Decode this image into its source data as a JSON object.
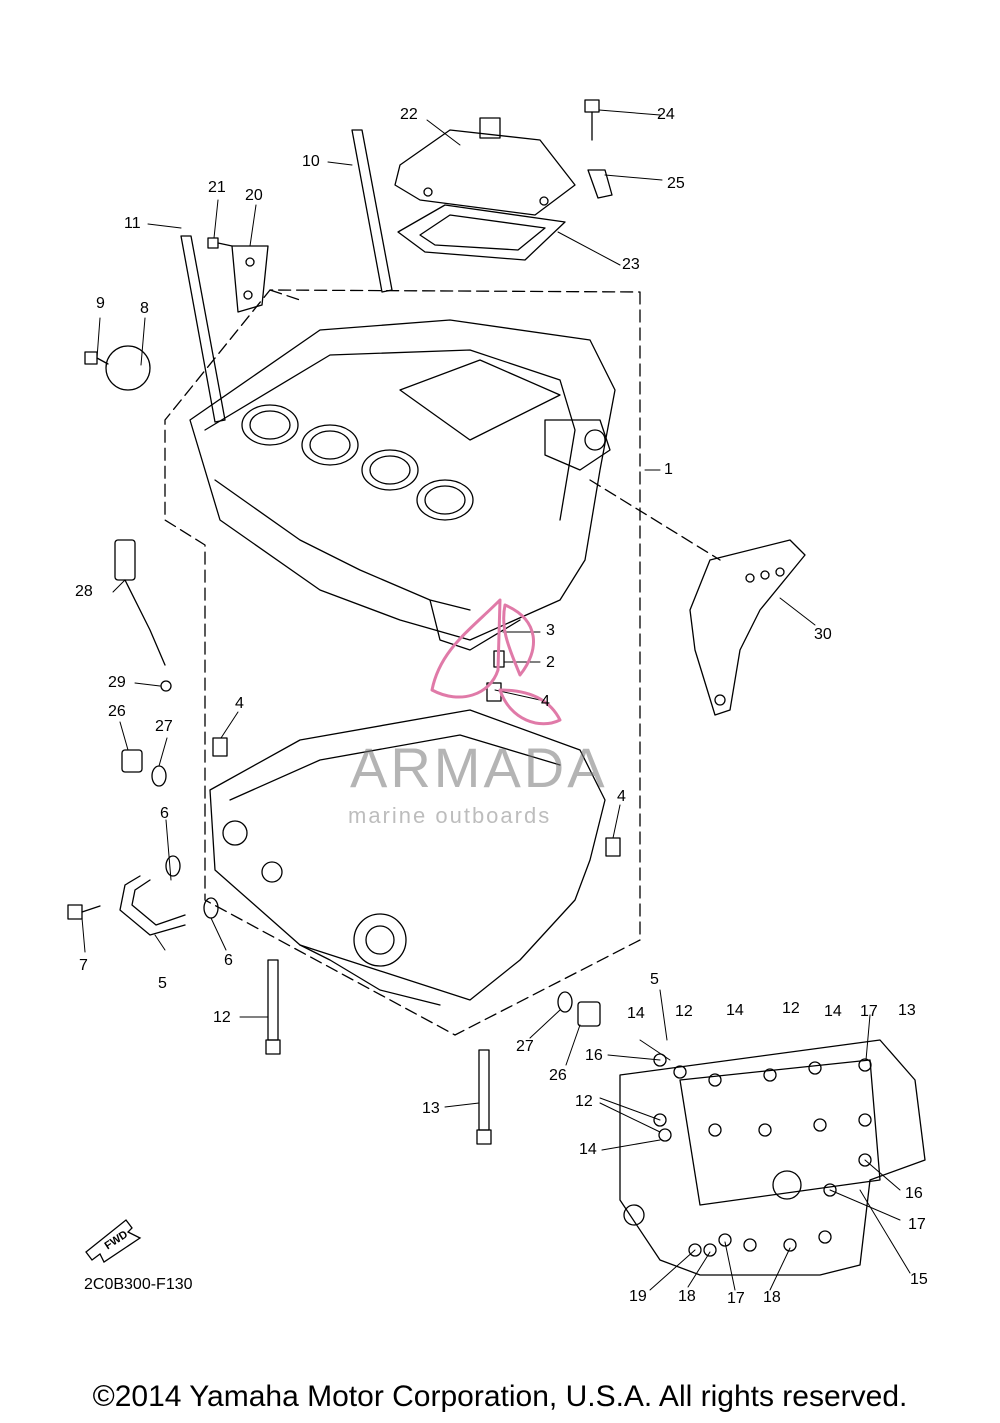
{
  "callouts": [
    {
      "id": "c1",
      "text": "1"
    },
    {
      "id": "c2",
      "text": "2"
    },
    {
      "id": "c3",
      "text": "3"
    },
    {
      "id": "c4a",
      "text": "4"
    },
    {
      "id": "c4b",
      "text": "4"
    },
    {
      "id": "c4c",
      "text": "4"
    },
    {
      "id": "c5a",
      "text": "5"
    },
    {
      "id": "c5b",
      "text": "5"
    },
    {
      "id": "c6a",
      "text": "6"
    },
    {
      "id": "c6b",
      "text": "6"
    },
    {
      "id": "c7",
      "text": "7"
    },
    {
      "id": "c8",
      "text": "8"
    },
    {
      "id": "c9",
      "text": "9"
    },
    {
      "id": "c10",
      "text": "10"
    },
    {
      "id": "c11",
      "text": "11"
    },
    {
      "id": "c12a",
      "text": "12"
    },
    {
      "id": "c12b",
      "text": "12"
    },
    {
      "id": "c12c",
      "text": "12"
    },
    {
      "id": "c12d",
      "text": "12"
    },
    {
      "id": "c13a",
      "text": "13"
    },
    {
      "id": "c13b",
      "text": "13"
    },
    {
      "id": "c14a",
      "text": "14"
    },
    {
      "id": "c14b",
      "text": "14"
    },
    {
      "id": "c14c",
      "text": "14"
    },
    {
      "id": "c14d",
      "text": "14"
    },
    {
      "id": "c15",
      "text": "15"
    },
    {
      "id": "c16a",
      "text": "16"
    },
    {
      "id": "c16b",
      "text": "16"
    },
    {
      "id": "c17a",
      "text": "17"
    },
    {
      "id": "c17b",
      "text": "17"
    },
    {
      "id": "c17c",
      "text": "17"
    },
    {
      "id": "c18a",
      "text": "18"
    },
    {
      "id": "c18b",
      "text": "18"
    },
    {
      "id": "c19",
      "text": "19"
    },
    {
      "id": "c20",
      "text": "20"
    },
    {
      "id": "c21",
      "text": "21"
    },
    {
      "id": "c22",
      "text": "22"
    },
    {
      "id": "c23",
      "text": "23"
    },
    {
      "id": "c24",
      "text": "24"
    },
    {
      "id": "c25",
      "text": "25"
    },
    {
      "id": "c26a",
      "text": "26"
    },
    {
      "id": "c26b",
      "text": "26"
    },
    {
      "id": "c27a",
      "text": "27"
    },
    {
      "id": "c27b",
      "text": "27"
    },
    {
      "id": "c28",
      "text": "28"
    },
    {
      "id": "c29",
      "text": "29"
    },
    {
      "id": "c30",
      "text": "30"
    }
  ],
  "diagram_code": "2C0B300-F130",
  "fwd_label": "FWD",
  "watermark": {
    "title": "ARMADA",
    "subtitle": "marine outboards",
    "color": "#e07aa8"
  },
  "copyright": "©2014 Yamaha Motor Corporation, U.S.A. All rights reserved."
}
